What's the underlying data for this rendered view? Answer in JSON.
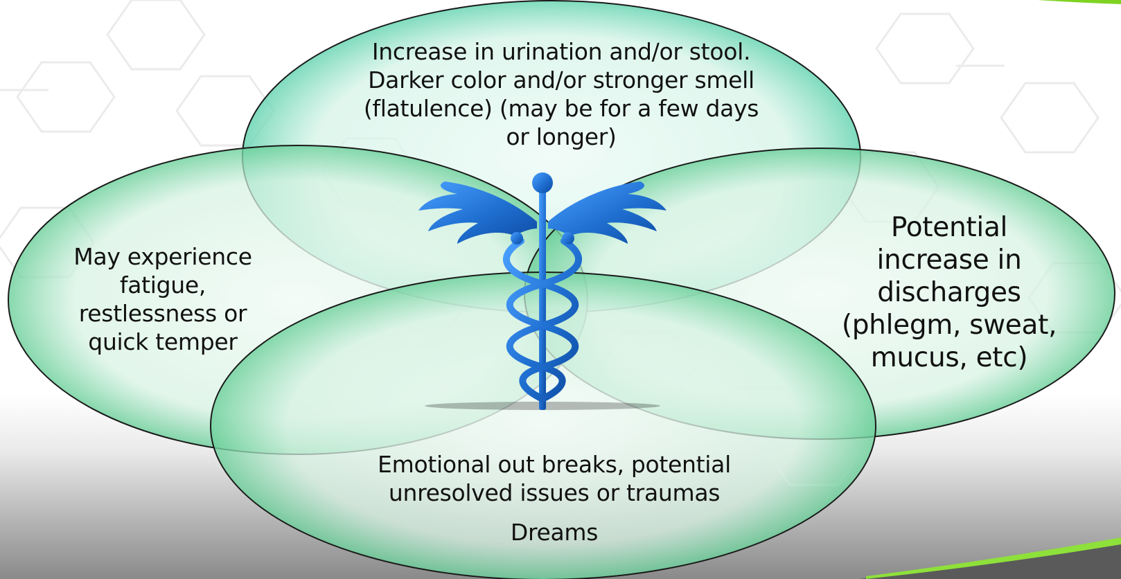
{
  "colors": {
    "ellipse_fill": "#dff5ea",
    "ellipse_stroke": "#1a1a1a",
    "ellipse_glow": "#39c47a",
    "caduceus_blue": "#1f6fd1",
    "accent_green": "#7ed321"
  },
  "icons": {
    "center": "caduceus-icon",
    "background": "hexagon-pattern"
  },
  "circles": {
    "top": {
      "lines": [
        "Increase in urination and/or stool.",
        "Darker color and/or stronger smell",
        "(flatulence) (may be for a few days",
        "or longer)"
      ]
    },
    "left": {
      "lines": [
        "May experience",
        "fatigue,",
        "restlessness or",
        "quick temper"
      ]
    },
    "right": {
      "lines": [
        "Potential",
        "increase in",
        "discharges",
        "(phlegm, sweat,",
        "mucus, etc)"
      ]
    },
    "bottom": {
      "lines": [
        "Emotional out breaks, potential",
        "unresolved issues or traumas"
      ],
      "extra": "Dreams"
    }
  }
}
